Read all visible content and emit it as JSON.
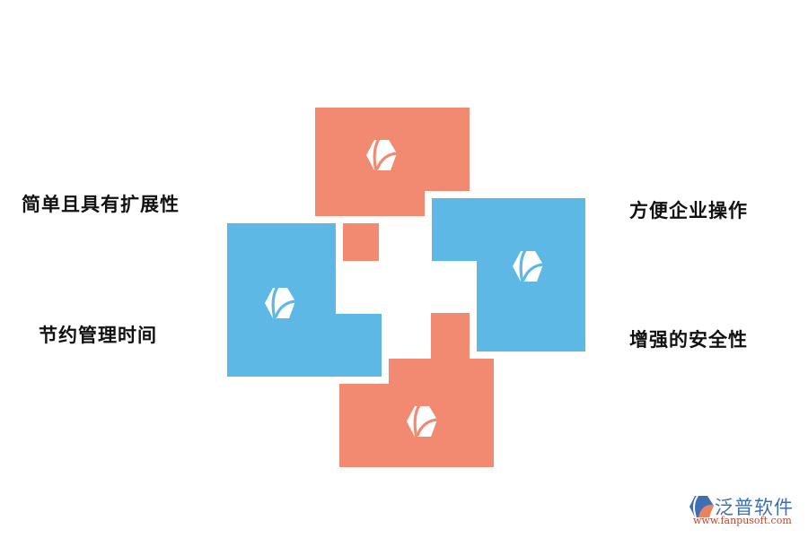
{
  "colors": {
    "orange": "#f18a70",
    "blue": "#5db8e5",
    "icon": "#ffffff",
    "text": "#111111",
    "brand_blue": "#3f6fb3",
    "brand_red": "#c2452d"
  },
  "labels": {
    "top_left": "简单且具有扩展性",
    "bottom_left": "节约管理时间",
    "top_right": "方便企业操作",
    "bottom_right": "增强的安全性"
  },
  "shapes": [
    {
      "name": "top-orange-block",
      "color": "orange",
      "icon": "fanpu-hexagon-logo-icon"
    },
    {
      "name": "right-blue-block",
      "color": "blue",
      "icon": "fanpu-hexagon-logo-icon"
    },
    {
      "name": "left-blue-block",
      "color": "blue",
      "icon": "fanpu-hexagon-logo-icon"
    },
    {
      "name": "bottom-orange-block",
      "color": "orange",
      "icon": "fanpu-hexagon-logo-icon"
    }
  ],
  "brand": {
    "name": "泛普软件",
    "url": "www.fanpusoft.com",
    "icon": "fanpu-logo-icon"
  }
}
